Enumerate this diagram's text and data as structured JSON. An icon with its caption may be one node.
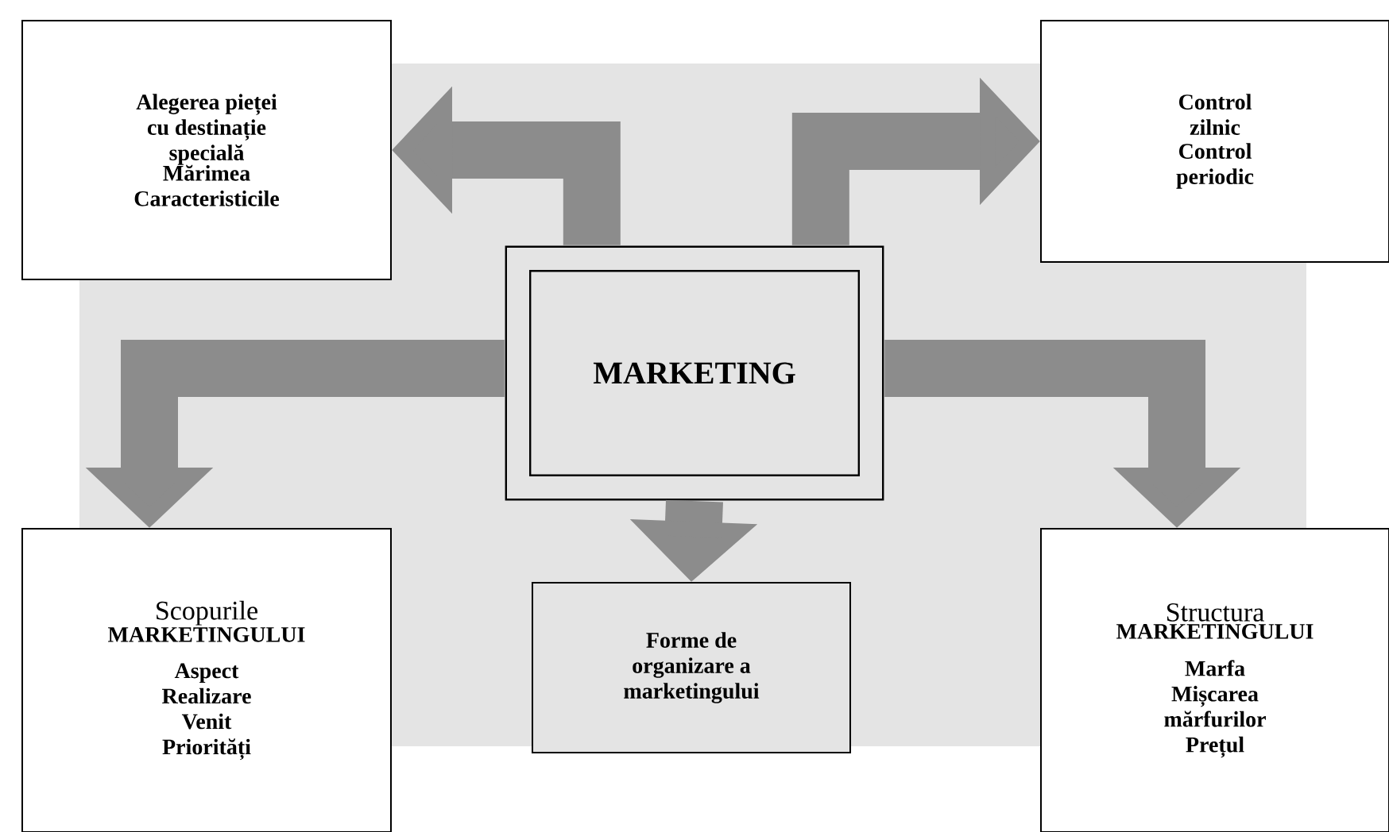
{
  "diagram": {
    "nodes": [
      {
        "text": [
          "Alegerea pieței cu destinație specială",
          "Mărimea Caracteristicile"
        ]
      },
      {
        "text": [
          "Control zilnic",
          "Control periodic"
        ]
      },
      {
        "text": [
          "MARKETING"
        ]
      },
      {
        "text": [
          "Scopurile",
          "MARKETINGULUI",
          "Aspect Realizare Venit Priorități"
        ]
      },
      {
        "text": [
          "Forme de organizare a marketingului"
        ]
      },
      {
        "text": [
          "Structura",
          "MARKETINGULUI",
          "Marfa Mișcarea mărfurilor Prețul"
        ]
      }
    ],
    "edges": [
      {
        "from": 2,
        "to": 0,
        "arrow": "to"
      },
      {
        "from": 2,
        "to": 1,
        "arrow": "to"
      },
      {
        "from": 2,
        "to": 3,
        "arrow": "to"
      },
      {
        "from": 2,
        "to": 4,
        "arrow": "to"
      },
      {
        "from": 2,
        "to": 5,
        "arrow": "to"
      }
    ]
  }
}
